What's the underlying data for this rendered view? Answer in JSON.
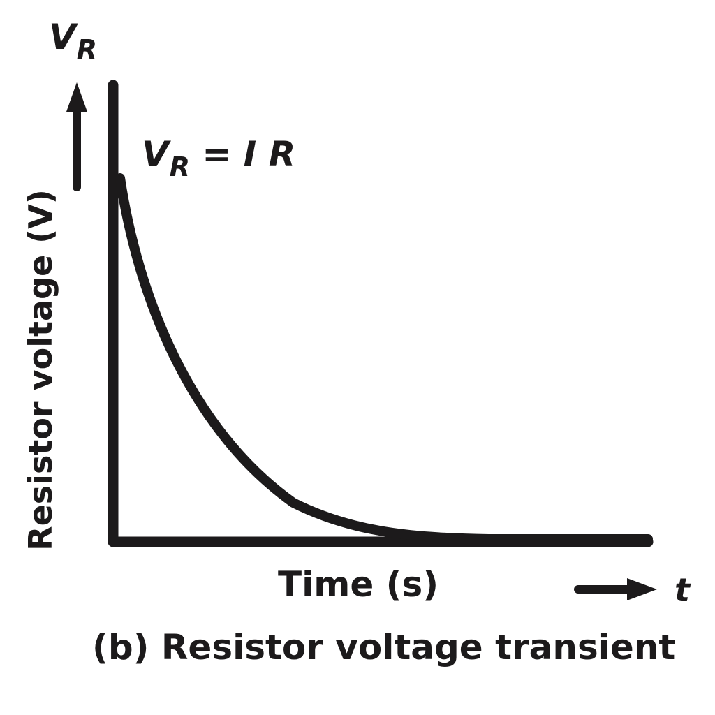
{
  "chart_data": {
    "type": "line",
    "title": "(b) Resistor voltage transient",
    "xlabel": "Time (s)",
    "ylabel": "Resistor voltage (V)",
    "y_arrow_label": "V_R",
    "x_arrow_label": "t",
    "annotation": "V_R = I R",
    "grid": false,
    "legend": null,
    "x_ticks": [],
    "y_ticks": [],
    "series": [
      {
        "name": "V_R(t)",
        "shape": "exponential decay",
        "x_normalized": [
          0,
          0.05,
          0.1,
          0.15,
          0.2,
          0.3,
          0.4,
          0.5,
          0.6,
          1.0
        ],
        "y_normalized": [
          0.8,
          0.55,
          0.37,
          0.24,
          0.15,
          0.06,
          0.02,
          0.005,
          0.0,
          0.0
        ]
      }
    ],
    "xlim": [
      0,
      1
    ],
    "ylim": [
      0,
      1
    ]
  },
  "labels": {
    "vr_main": "V",
    "vr_sub": "R",
    "eq_v": "V",
    "eq_sub": "R",
    "eq_rest": " = I R",
    "ylabel": "Resistor voltage (V)",
    "xlabel": "Time (s)",
    "t": "t",
    "caption": "(b) Resistor voltage transient"
  },
  "colors": {
    "ink": "#1c1a1b",
    "background": "#ffffff"
  }
}
